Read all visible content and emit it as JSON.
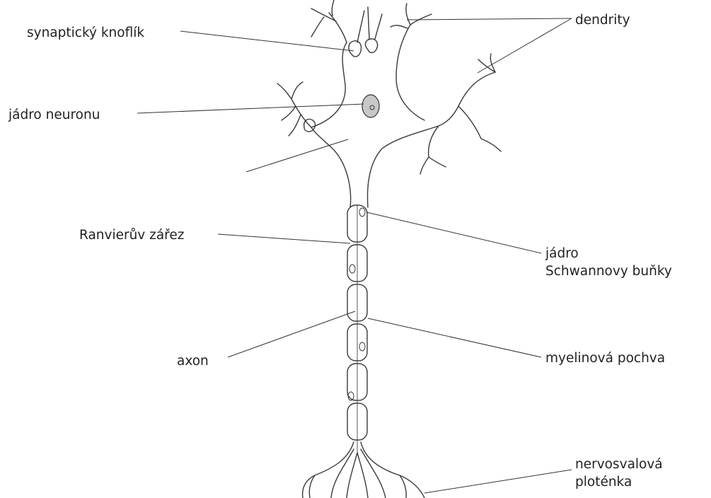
{
  "labels": {
    "synaptic_knob": "synaptický knoflík",
    "neuron_nucleus": "jádro neuronu",
    "node_of_ranvier": "Ranvierův zářez",
    "axon": "axon",
    "dendrites": "dendrity",
    "schwann_nucleus_line1": "jádro",
    "schwann_nucleus_line2": "Schwannovy buňky",
    "myelin_sheath": "myelinová pochva",
    "endplate_line1": "nervosvalová",
    "endplate_line2": "ploténka"
  },
  "colors": {
    "line": "#333333",
    "text": "#222222",
    "nucleus_fill": "#c8c8c8",
    "background": "#ffffff"
  }
}
